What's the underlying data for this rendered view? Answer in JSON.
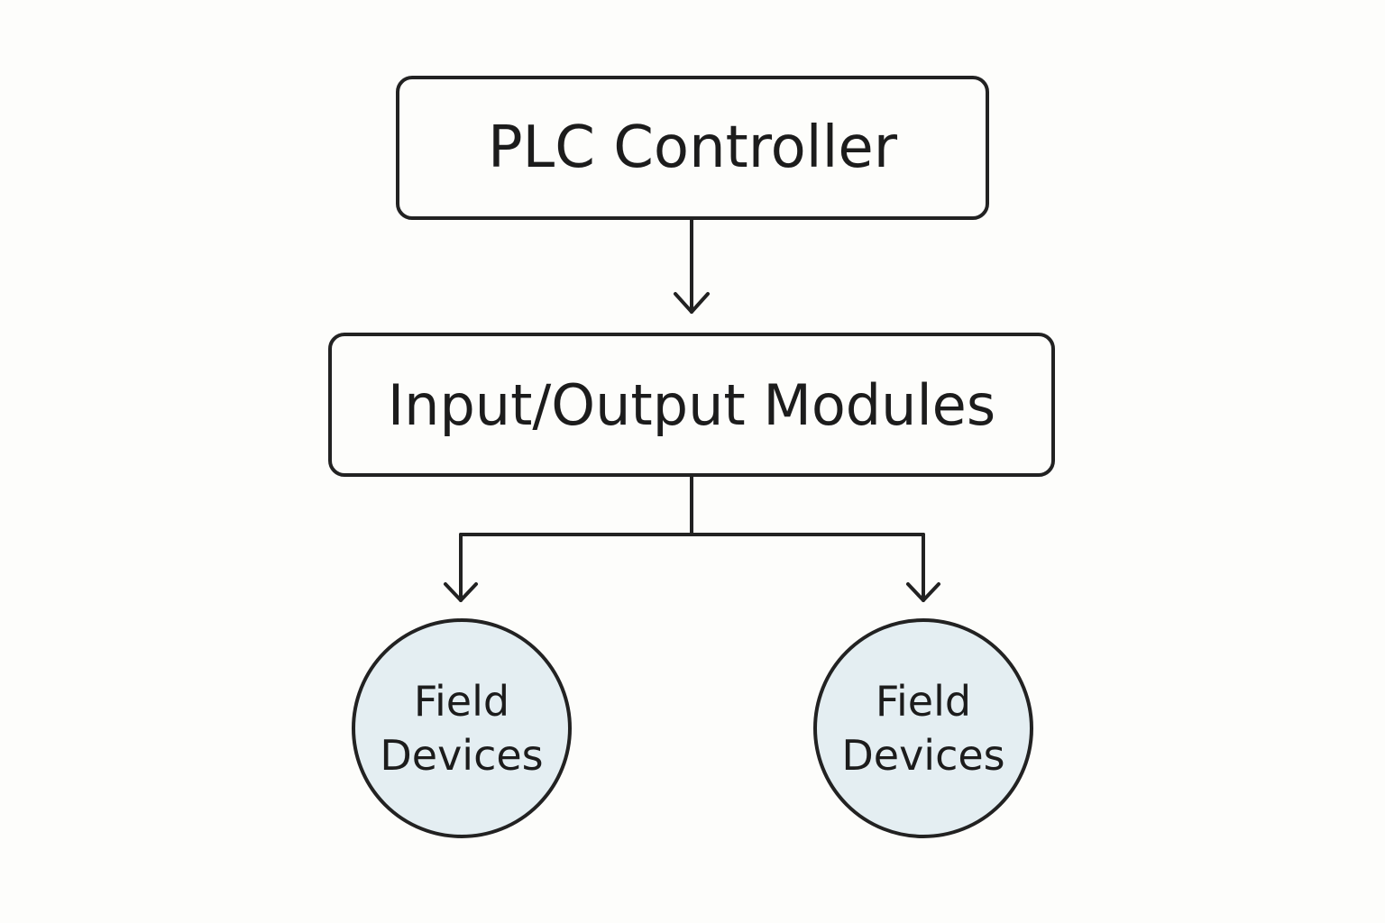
{
  "diagram": {
    "nodes": {
      "plc_controller": {
        "label": "PLC Controller"
      },
      "io_modules": {
        "label": "Input/Output Modules"
      },
      "field_devices_left": {
        "line1": "Field",
        "line2": "Devices"
      },
      "field_devices_right": {
        "line1": "Field",
        "line2": "Devices"
      }
    },
    "edges": [
      {
        "from": "plc_controller",
        "to": "io_modules"
      },
      {
        "from": "io_modules",
        "to": "field_devices_left"
      },
      {
        "from": "io_modules",
        "to": "field_devices_right"
      }
    ],
    "colors": {
      "background": "#fdfdfb",
      "stroke": "#222222",
      "circle_fill": "#e4eef2",
      "text": "#1c1c1c"
    }
  }
}
